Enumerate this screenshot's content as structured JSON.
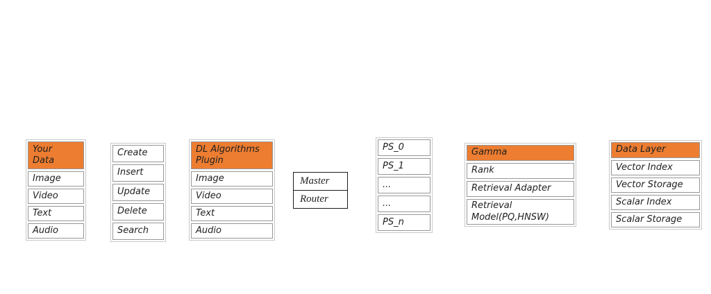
{
  "diagram": {
    "background": "#ffffff",
    "accent_orange": "#ed7d31",
    "cell_border_color": "#969696",
    "container_border_color": "#c8c8c8",
    "dark_border_color": "#1a1a1a",
    "text_color": "#1f1f1f"
  },
  "boxes": {
    "your_data": {
      "header": "Your Data",
      "cells": [
        "Image",
        "Video",
        "Text",
        "Audio"
      ]
    },
    "operations": {
      "cells": [
        "Create",
        "Insert",
        "Update",
        "Delete",
        "Search"
      ]
    },
    "dl_algorithms_plugin": {
      "header": "DL Algorithms Plugin",
      "cells": [
        "Image",
        "Video",
        "Text",
        "Audio"
      ]
    },
    "master_router": {
      "cells": [
        "Master",
        "Router"
      ]
    },
    "parameter_servers": {
      "cells": [
        "PS_0",
        "PS_1",
        "...",
        "...",
        "PS_n"
      ]
    },
    "gamma": {
      "header": "Gamma",
      "cells": [
        "Rank",
        "Retrieval Adapter",
        "Retrieval Model(PQ,HNSW)"
      ]
    },
    "data_layer": {
      "header": "Data Layer",
      "cells": [
        "Vector Index",
        "Vector Storage",
        "Scalar Index",
        "Scalar Storage"
      ]
    }
  }
}
